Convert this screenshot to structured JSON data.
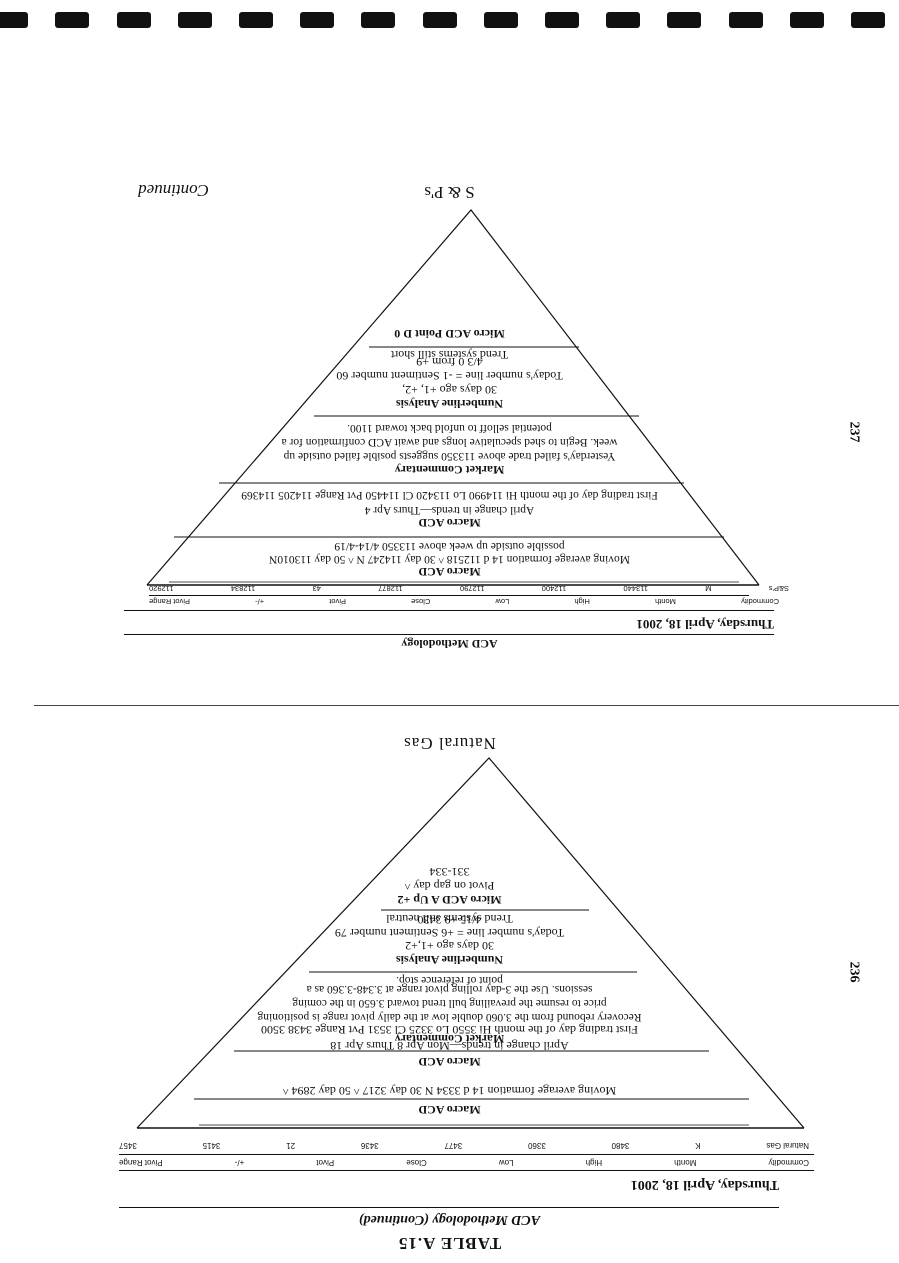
{
  "table_label": "TABLE A.15",
  "page_top": {
    "header": "ACD Methodology (Continued)",
    "date": "Thursday, April 18, 2001",
    "page_number": "236",
    "columns": [
      "Commodity",
      "Month",
      "High",
      "Low",
      "Close",
      "Pivot",
      "+/-",
      "Pivot Range"
    ],
    "row": [
      "Natural Gas",
      "K",
      "3480",
      "3360",
      "3477",
      "3436",
      "21",
      "3415",
      "3457"
    ],
    "sections": [
      {
        "heading": "Macro ACD",
        "lines": [
          "Moving average formation 14 d 3334 N 30 day 3217 ^ 50 day 2894 ^"
        ]
      },
      {
        "heading": "Macro ACD",
        "lines": [
          "April change in trends—Mon Apr 8 Thurs Apr 18",
          "First trading day of the month Hi 3550 Lo 3325 Cl 3531 Pvt Range 3438 3500"
        ]
      },
      {
        "heading": "Market Commentary",
        "lines": [
          "Recovery rebound from the 3.060 double low at the daily pivot range is positioning",
          "price to resume the prevailing bull trend toward 3.650 in the coming",
          "sessions. Use the 3-day rolling pivot range at 3.348-3.360 as a",
          "point of reference stop."
        ]
      },
      {
        "heading": "Numberline Analysis",
        "lines": [
          "30 days ago +1,+2",
          "Today's number line = +6 Sentiment number 79",
          "4/15 +9 3430",
          "Trend systems still neutral"
        ]
      },
      {
        "heading": "Micro ACD  A Up +2",
        "lines": [
          "Pivot on gap day ^",
          "331-334"
        ]
      }
    ],
    "apex_label": "Natural Gas"
  },
  "page_bottom": {
    "header": "ACD Methodology",
    "date": "Thursday, April 18, 2001",
    "page_number": "237",
    "columns": [
      "Commodity",
      "Month",
      "High",
      "Low",
      "Close",
      "Pivot",
      "+/-",
      "Pivot Range"
    ],
    "row": [
      "S&P's",
      "M",
      "113440",
      "112400",
      "112790",
      "112877",
      "43",
      "112834",
      "112920"
    ],
    "sections": [
      {
        "heading": "Macro ACD",
        "lines": [
          "Moving average formation 14 d 112518 ^ 30 day 114247 N ^ 50 day 113010N",
          "possible outside up week above 113350 4/14-4/19"
        ]
      },
      {
        "heading": "Macro ACD",
        "lines": [
          "April change in trends—Thurs Apr 4",
          "First trading day of the month Hi 114990 Lo 113420 Cl 114450 Pvt Range 114205 114369"
        ]
      },
      {
        "heading": "Market Commentary",
        "lines": [
          "Yesterday's failed trade above 113350 suggests posible failed outside up",
          "week. Begin to shed speculative longs and await ACD confirmation for a",
          "potential selloff to unfold back toward 1100."
        ]
      },
      {
        "heading": "Numberline Analysis",
        "lines": [
          "30 days ago +1, +2,",
          "Today's number line = -1 Sentiment number 60",
          "4/3 0 from +9",
          "Trend systems still short"
        ]
      },
      {
        "heading": "Micro ACD  Point D 0",
        "lines": []
      }
    ],
    "apex_label": "S & P's",
    "continued": "Continued"
  }
}
